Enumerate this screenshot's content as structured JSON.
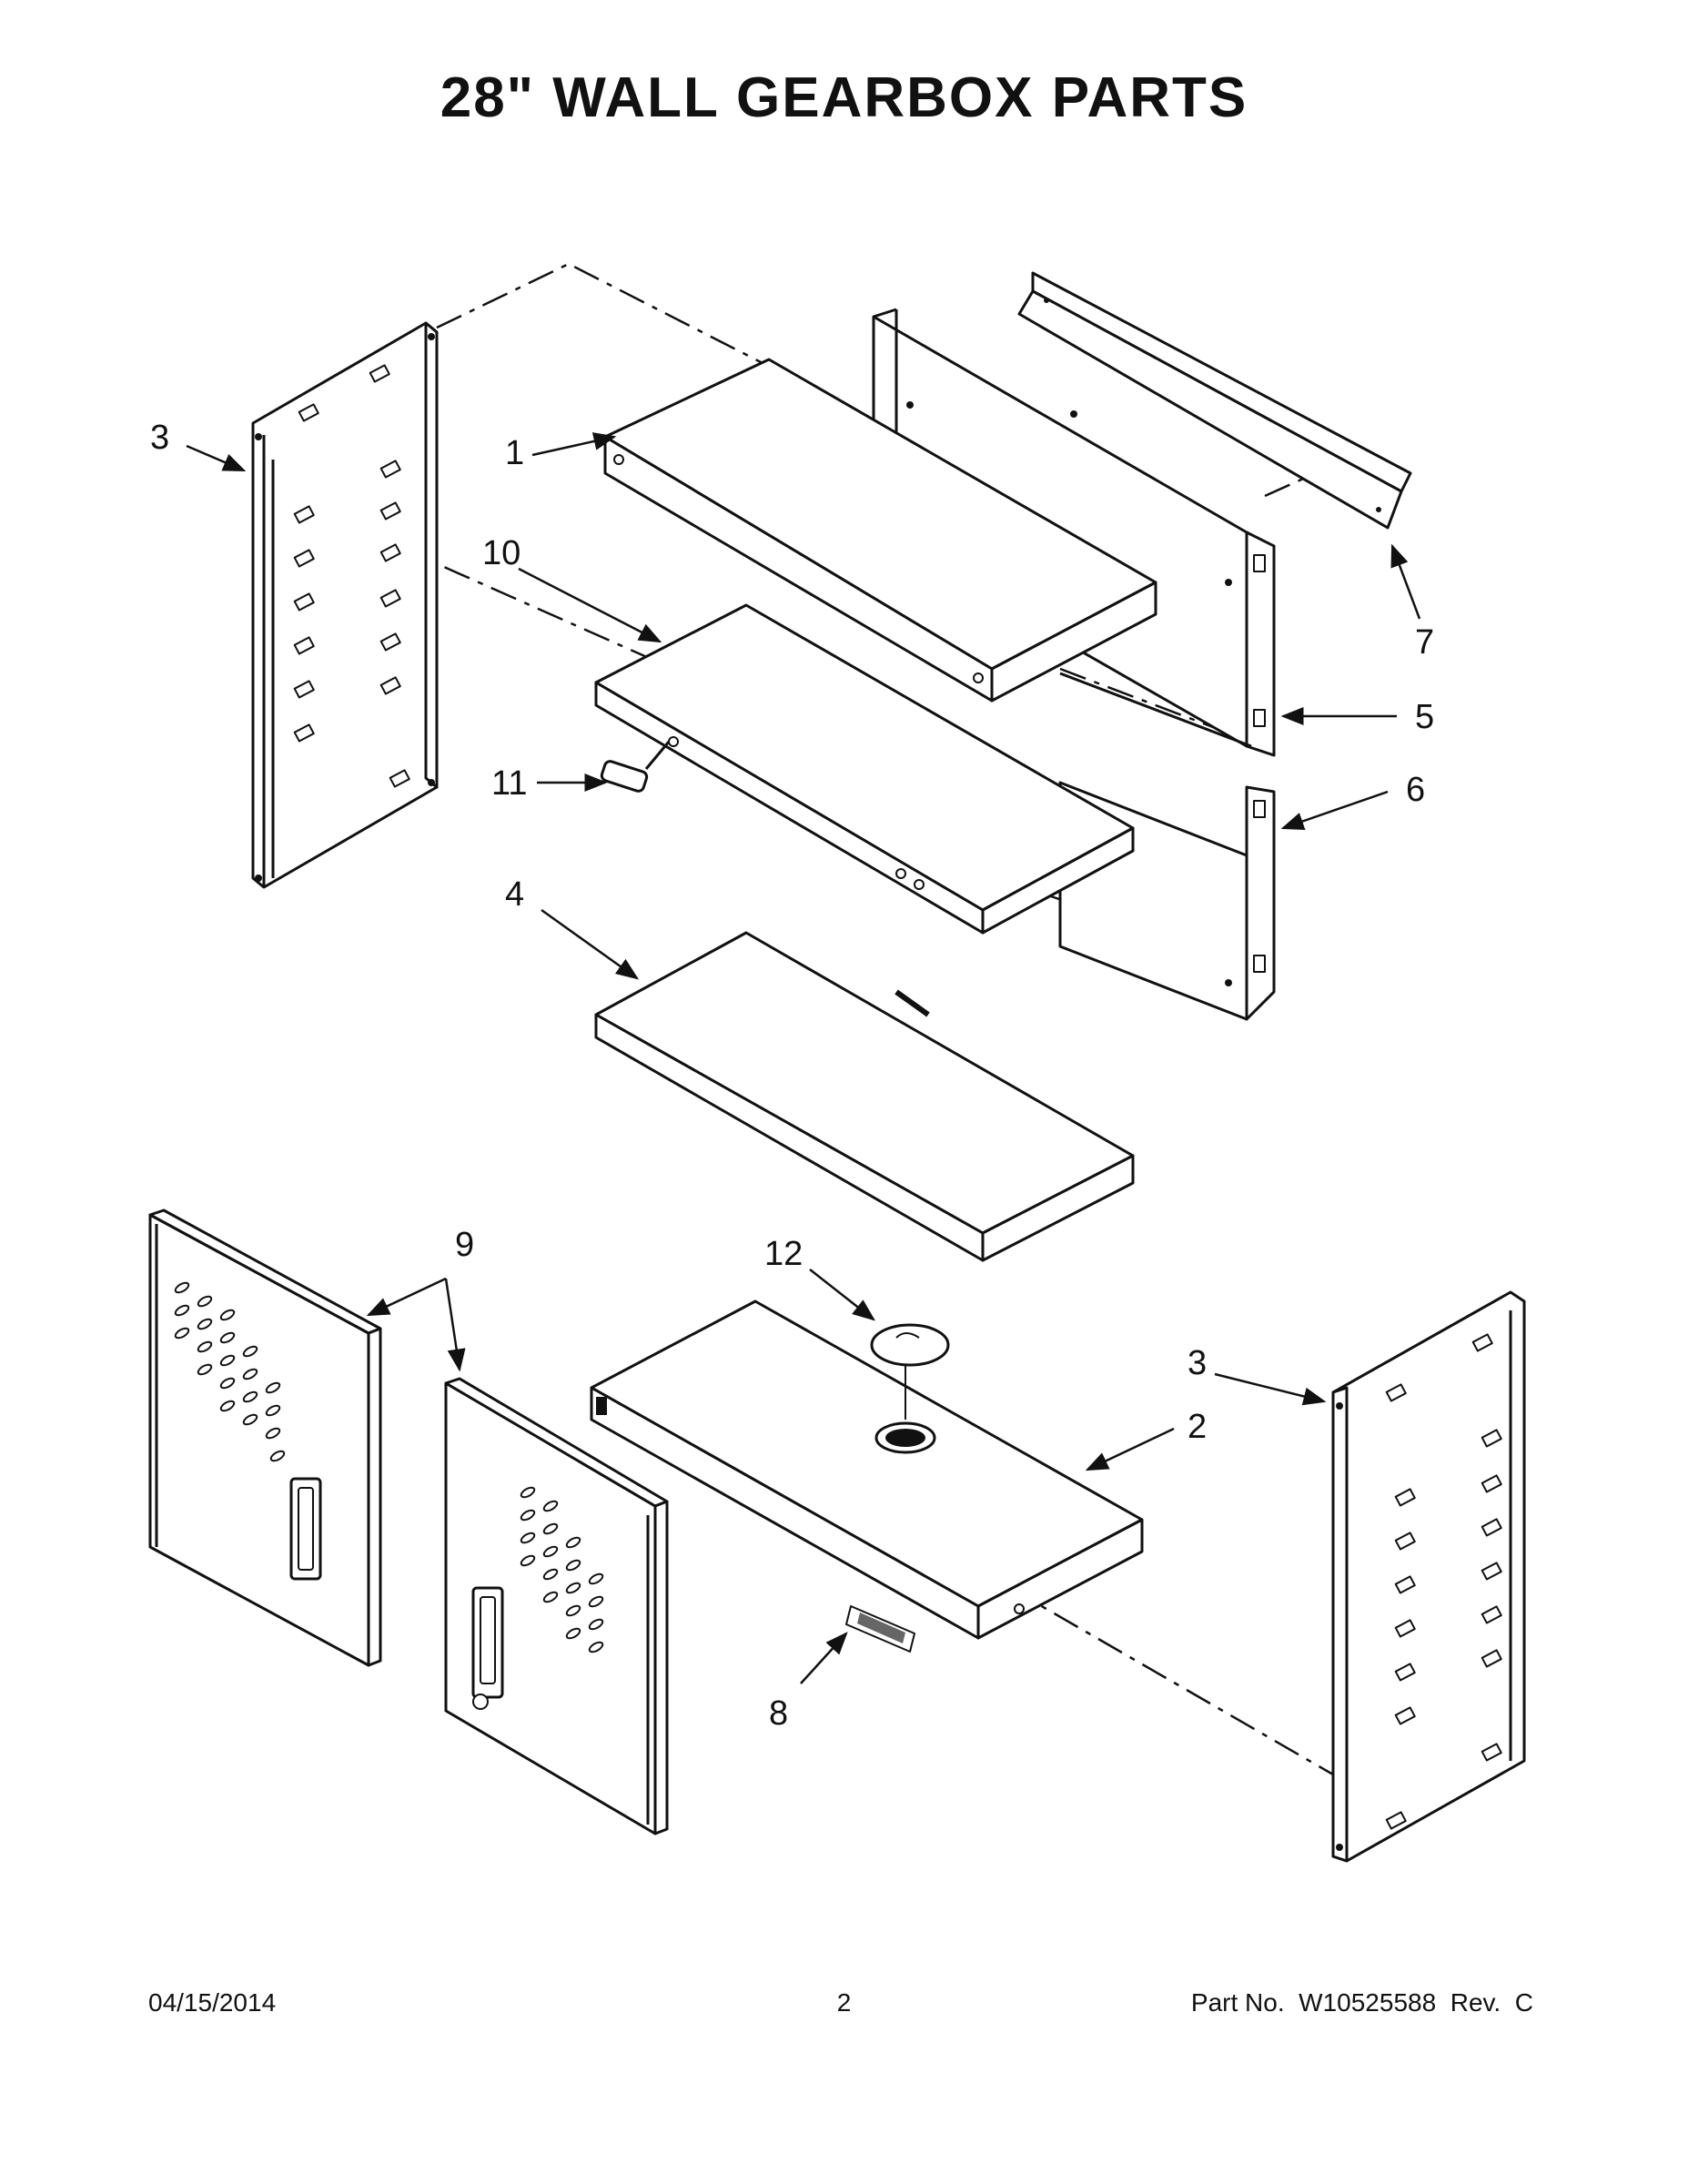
{
  "title": "28\" WALL GEARBOX PARTS",
  "footer": {
    "date": "04/15/2014",
    "page": "2",
    "part": "Part No.  W10525588  Rev.  C"
  },
  "callouts": [
    "1",
    "2",
    "3",
    "3",
    "4",
    "5",
    "6",
    "7",
    "8",
    "9",
    "10",
    "11",
    "12"
  ]
}
